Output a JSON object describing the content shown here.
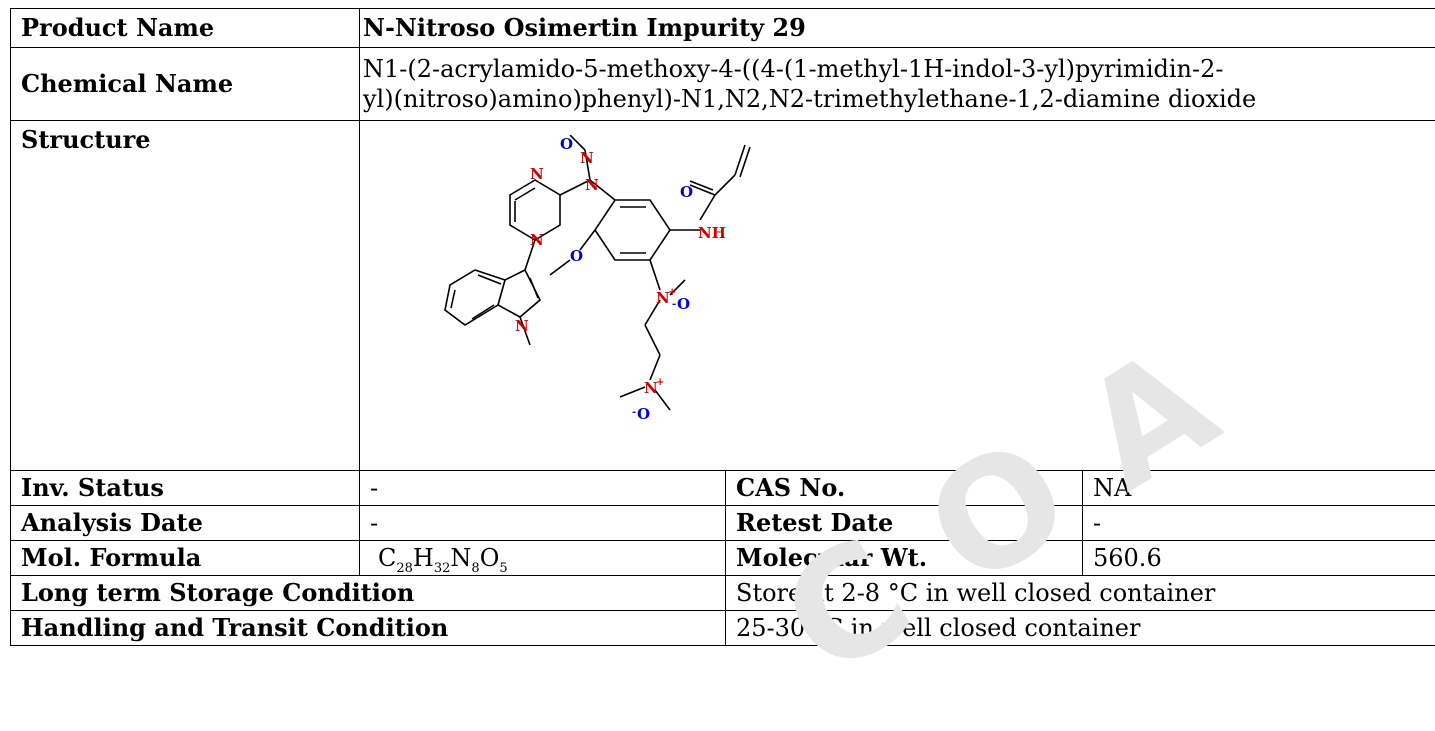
{
  "product": {
    "label": "Product Name",
    "value": "N-Nitroso Osimertin Impurity 29"
  },
  "chemical": {
    "label": "Chemical Name",
    "line1": "N1-(2-acrylamido-5-methoxy-4-((4-(1-methyl-1H-indol-3-yl)pyrimidin-2-",
    "line2": "yl)(nitroso)amino)phenyl)-N1,N2,N2-trimethylethane-1,2-diamine dioxide"
  },
  "structure": {
    "label": "Structure",
    "atoms": {
      "n": "N",
      "o": "O",
      "nh": "NH",
      "nplus": "N",
      "plus": "+",
      "ominus": "O",
      "minus": "-"
    }
  },
  "inv": {
    "label": "Inv. Status",
    "value": "-"
  },
  "cas": {
    "label": "CAS No.",
    "value": "NA"
  },
  "analysis": {
    "label": "Analysis Date",
    "value": "-"
  },
  "retest": {
    "label": "Retest Date",
    "value": "-"
  },
  "formula": {
    "label": "Mol. Formula",
    "parts": [
      {
        "el": "C",
        "n": "28"
      },
      {
        "el": "H",
        "n": "32"
      },
      {
        "el": "N",
        "n": "8"
      },
      {
        "el": "O",
        "n": "5"
      }
    ]
  },
  "molwt": {
    "label": "Molecular Wt.",
    "value": "560.6"
  },
  "storage": {
    "label": "Long term Storage Condition",
    "value": "Store at 2-8 °C in well closed container"
  },
  "handling": {
    "label": "Handling and Transit Condition",
    "value": "25-30 °C in well closed container"
  },
  "watermark": "COA",
  "colors": {
    "nitrogen": "#cc0000",
    "oxygen": "#0000cc",
    "bond": "#000000",
    "watermark": "#e6e6e6"
  }
}
